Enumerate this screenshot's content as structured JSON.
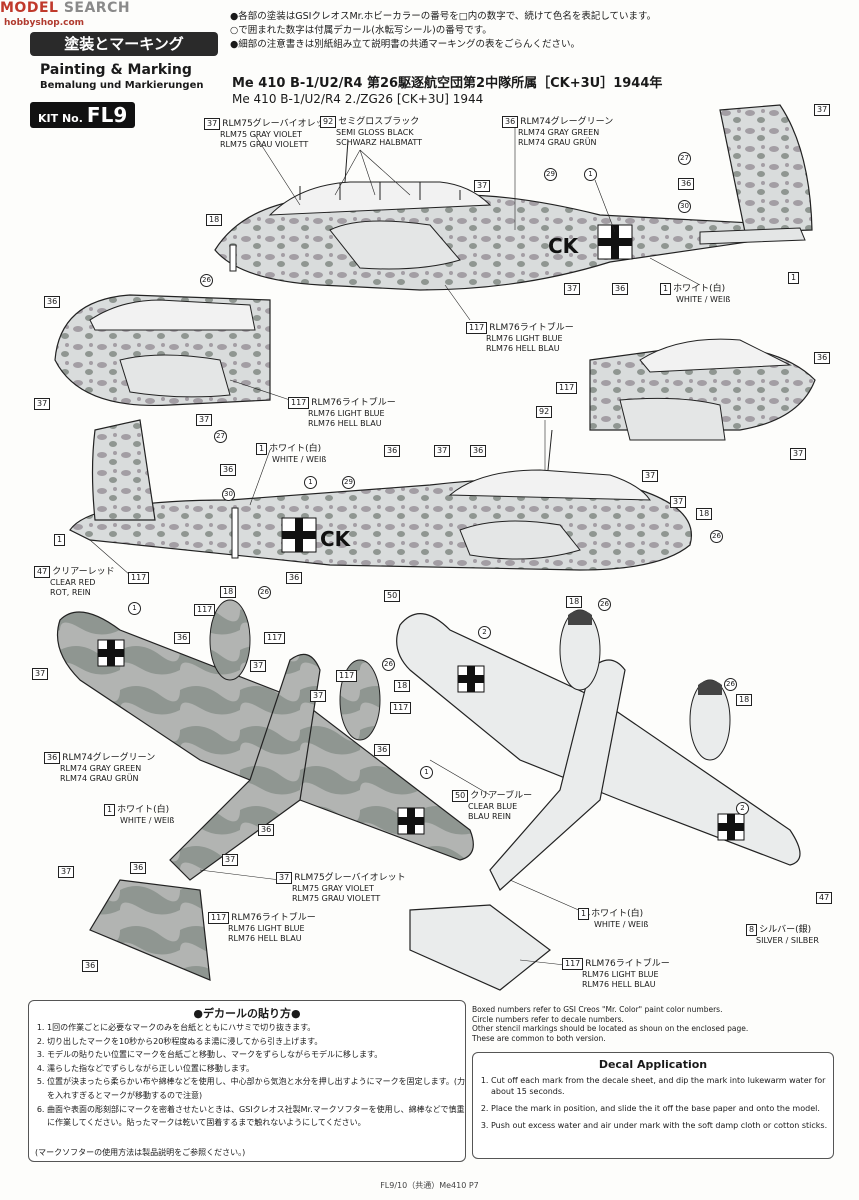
{
  "header": {
    "watermark_a": "MODEL",
    "watermark_b": "SEARCH",
    "watermark_url": "hobbyshop.com",
    "title_jp": "塗装とマーキング",
    "title_en": "Painting & Marking",
    "title_de": "Bemalung und Markierungen",
    "kit_label": "KIT No.",
    "kit_number": "FL9"
  },
  "notes": [
    "●各部の塗装はGSIクレオスMr.ホビーカラーの番号を□内の数字で、続けて色名を表記しています。",
    "○で囲まれた数字は付属デカール(水転写シール)の番号です。",
    "●細部の注意書きは別紙組み立て説明書の共通マーキングの表をごらんください。"
  ],
  "aircraft": {
    "title_jp": "Me 410 B-1/U2/R4 第26駆逐航空団第2中隊所属［CK+3U］1944年",
    "title_en": "Me 410 B-1/U2/R4 2./ZG26 [CK+3U] 1944",
    "fuselage_code": "CK"
  },
  "callouts": {
    "rlm75": {
      "num": "37",
      "jp": "RLM75グレーバイオレット",
      "en": "RLM75 GRAY VIOLET",
      "de": "RLM75 GRAU VIOLETT"
    },
    "semigloss": {
      "num": "92",
      "jp": "セミグロスブラック",
      "en": "SEMI GLOSS BLACK",
      "de": "SCHWARZ HALBMATT"
    },
    "rlm74": {
      "num": "36",
      "jp": "RLM74グレーグリーン",
      "en": "RLM74 GRAY GREEN",
      "de": "RLM74 GRAU GRÜN"
    },
    "white": {
      "num": "1",
      "jp": "ホワイト(白)",
      "en": "WHITE / WEIß"
    },
    "rlm76": {
      "num": "117",
      "jp": "RLM76ライトブルー",
      "en": "RLM76 LIGHT BLUE",
      "de": "RLM76 HELL BLAU"
    },
    "clearred": {
      "num": "47",
      "jp": "クリアーレッド",
      "en": "CLEAR RED",
      "de": "ROT, REIN"
    },
    "clearblue": {
      "num": "50",
      "jp": "クリアーブルー",
      "en": "CLEAR BLUE",
      "de": "BLAU REIN"
    },
    "silver": {
      "num": "8",
      "jp": "シルバー(銀)",
      "en": "SILVER / SILBER"
    }
  },
  "numbers": {
    "n1": "1",
    "n2": "2",
    "n18": "18",
    "n26": "26",
    "n27": "27",
    "n29": "29",
    "n30": "30",
    "n36": "36",
    "n37": "37",
    "n117": "117",
    "n92": "92",
    "n47": "47",
    "n50": "50",
    "n8": "8"
  },
  "decal_jp": {
    "title": "●デカールの貼り方●",
    "steps": [
      "1回の作業ごとに必要なマークのみを台紙とともにハサミで切り抜きます。",
      "切り出したマークを10秒から20秒程度ぬるま湯に浸してから引き上げます。",
      "モデルの貼りたい位置にマークを台紙ごと移動し、マークをずらしながらモデルに移します。",
      "濡らした指などでずらしながら正しい位置に移動します。",
      "位置が決まったら柔らかい布や綿棒などを使用し、中心部から気泡と水分を押し出すようにマークを固定します。(力を入れすぎるとマークが移動するので注意)",
      "曲面や表面の彫刻部にマークを密着させたいときは、GSIクレオス社製Mr.マークソフターを使用し、綿棒などで慎重に作業してください。貼ったマークは乾いて固着するまで触れないようにしてください。",
      "(マークソフターの使用方法は製品説明をご参照ください。)"
    ]
  },
  "general_notes": [
    "Boxed numbers refer to GSI Creos \"Mr. Color\" paint color numbers.",
    "Circle numbers refer to decale numbers.",
    "Other stencil markings should be located as shoun on the enclosed page.",
    "These are common to both version."
  ],
  "decal_en": {
    "title": "Decal Application",
    "steps": [
      "Cut off each mark from the decale sheet, and dip the mark into lukewarm water for about 15 seconds.",
      "Place the mark in position, and slide the it off the base paper and onto the model.",
      "Push out excess water and air under mark with the soft damp cloth or cotton sticks."
    ]
  },
  "footer": "FL9/10（共通）Me410 P7",
  "colors": {
    "rlm74": "#8f9691",
    "rlm75": "#a39ea4",
    "rlm76": "#e4e6e6",
    "ink": "#1a1a1a"
  }
}
